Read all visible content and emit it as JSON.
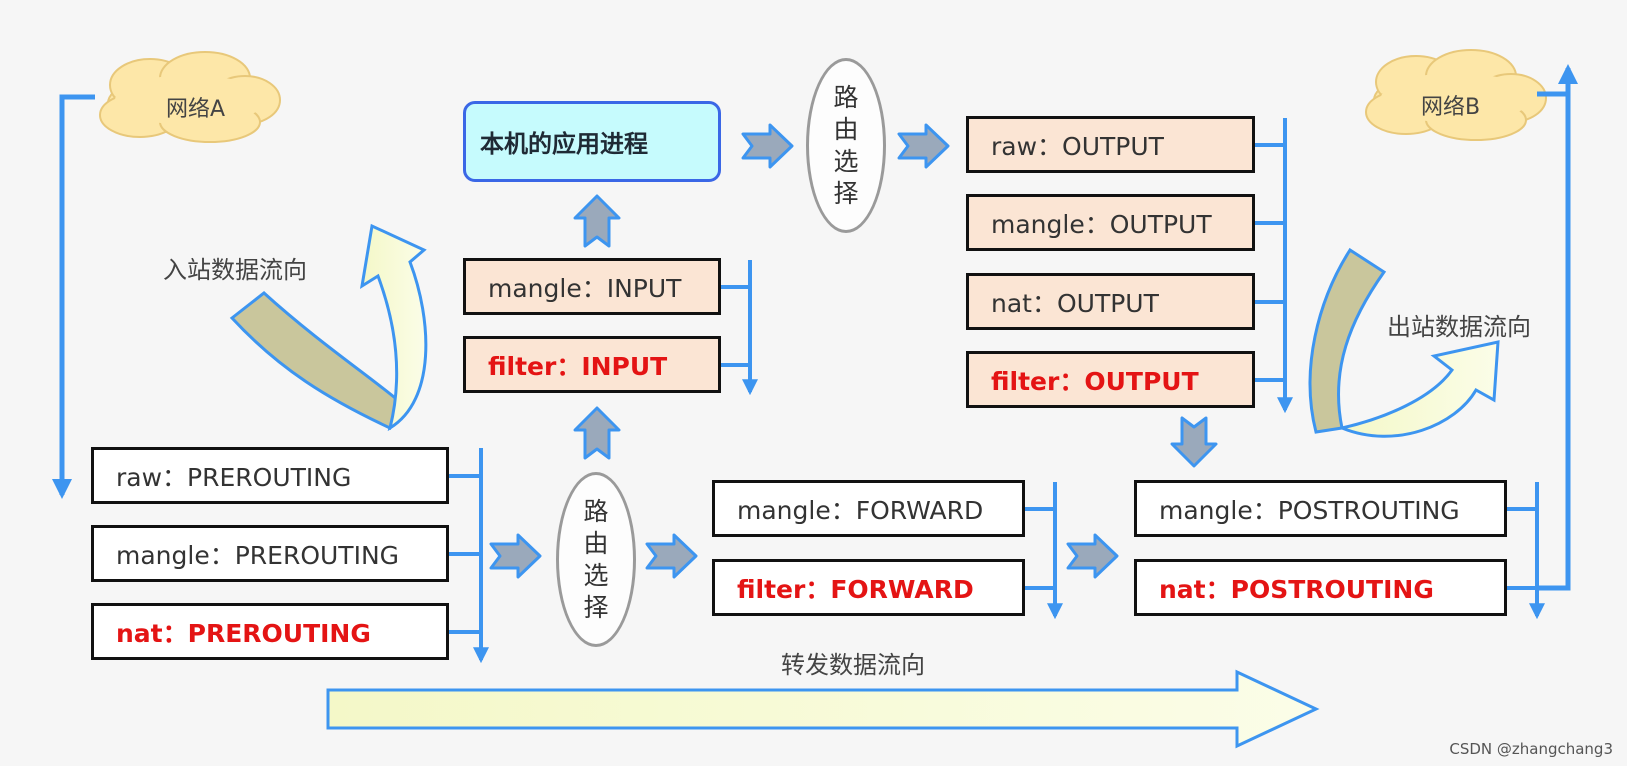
{
  "network_a": "网络A",
  "network_b": "网络B",
  "app_process": "本机的应用进程",
  "route_select": [
    "路",
    "由",
    "选",
    "择"
  ],
  "inbound_label": "入站数据流向",
  "outbound_label": "出站数据流向",
  "forward_label": "转发数据流向",
  "prerouting": [
    "raw：PREROUTING",
    "mangle：PREROUTING",
    "nat：PREROUTING"
  ],
  "input": [
    "mangle：INPUT",
    "filter：INPUT"
  ],
  "output": [
    "raw：OUTPUT",
    "mangle：OUTPUT",
    "nat：OUTPUT",
    "filter：OUTPUT"
  ],
  "forward": [
    "mangle：FORWARD",
    "filter：FORWARD"
  ],
  "postrouting": [
    "mangle：POSTROUTING",
    "nat：POSTROUTING"
  ],
  "watermark": "CSDN @zhangchang3",
  "colors": {
    "flow_blue": "#3d95f0",
    "active_red": "#e41414",
    "beige": "#fbe5d4",
    "app_cyan": "#c6fbfd",
    "cloud": "#fde7a8",
    "forward_arrow": "#f6fbd2",
    "chevron_gray": "#9aa9bb"
  }
}
